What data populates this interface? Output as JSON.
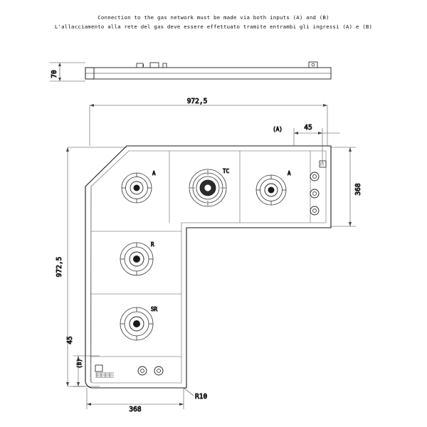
{
  "notes": {
    "english": "Connection to the gas network must be made via both inputs (A) and (B)",
    "italian": "L'allacciamento alla rete del gas deve essere effettuato tramite entrambi gli ingressi (A) e (B)"
  },
  "dimensions": {
    "height_side": "70",
    "top_width": "972,5",
    "left_height": "972,5",
    "right_depth": "368",
    "bottom_width": "368",
    "inlet_a_offset": "45",
    "inlet_b_offset": "45",
    "corner_radius": "R10"
  },
  "labels": {
    "inlet_a": "(A)",
    "inlet_b": "(B)",
    "radius": "R10"
  },
  "burners": [
    {
      "id": "burner-diagonal",
      "label": "A"
    },
    {
      "id": "burner-center-top",
      "label": "TC"
    },
    {
      "id": "burner-right-top",
      "label": "A"
    },
    {
      "id": "burner-middle",
      "label": "R"
    },
    {
      "id": "burner-lower",
      "label": "SR"
    }
  ],
  "colors": {
    "line": "#1a1a1a",
    "thin": "#444444",
    "background": "#ffffff"
  }
}
